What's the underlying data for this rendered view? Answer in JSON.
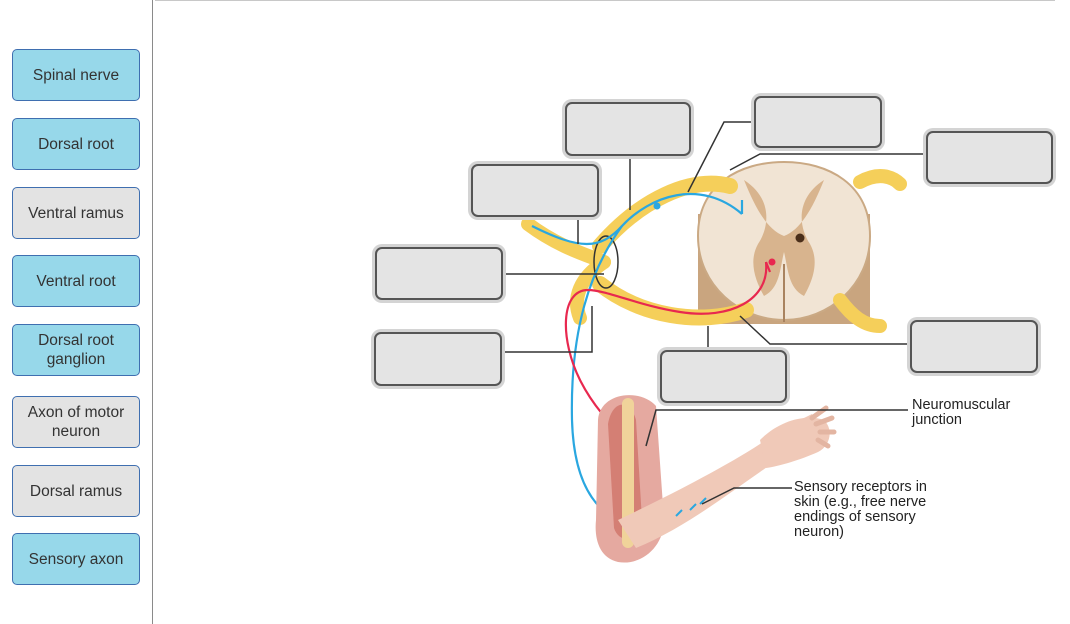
{
  "bank": {
    "chips": [
      {
        "label": "Spinal nerve",
        "style": "blue"
      },
      {
        "label": "Dorsal root",
        "style": "blue"
      },
      {
        "label": "Ventral ramus",
        "style": "gray"
      },
      {
        "label": "Ventral root",
        "style": "blue"
      },
      {
        "label": "Dorsal root ganglion",
        "style": "blue"
      },
      {
        "label": "Axon of motor neuron",
        "style": "gray"
      },
      {
        "label": "Dorsal ramus",
        "style": "gray"
      },
      {
        "label": "Sensory axon",
        "style": "blue"
      }
    ]
  },
  "diagram": {
    "captions": {
      "neuromuscular": "Neuromuscular\njunction",
      "sensory": "Sensory receptors in\nskin (e.g., free nerve\nendings of sensory\nneuron)"
    }
  },
  "colors": {
    "chip_blue": "#97d8ea",
    "chip_gray": "#e3e3e3",
    "sensory_axon": "#2aa7e0",
    "motor_axon": "#e8284f",
    "nerve": "#f5cf5a"
  }
}
